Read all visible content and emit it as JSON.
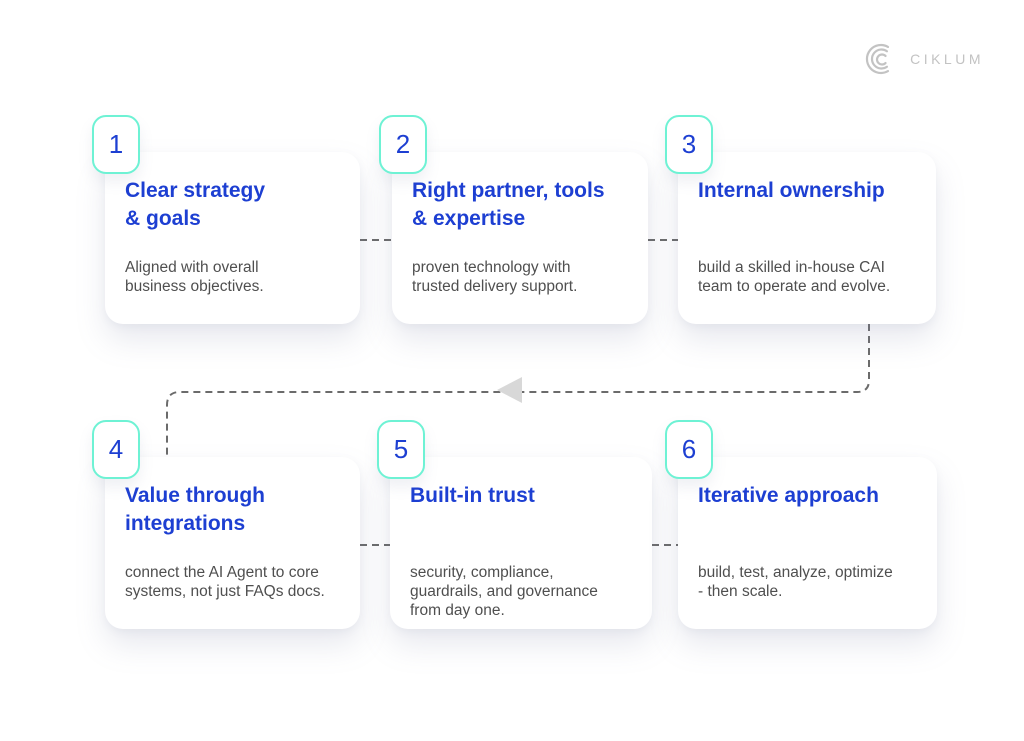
{
  "logo": {
    "text": "CIKLUM",
    "icon": "ciklum-arcs-icon"
  },
  "colors": {
    "title_blue": "#1d3fd2",
    "badge_border": "#6ef2d4",
    "body_text": "#4f4f4f",
    "dash": "#6b6b6b",
    "arrow": "#d8d8d8",
    "logo": "#c3c3c3",
    "background": "#ffffff",
    "card": "#ffffff"
  },
  "cards": [
    {
      "number": "1",
      "title": "Clear strategy\n& goals",
      "body": "Aligned with overall\nbusiness objectives."
    },
    {
      "number": "2",
      "title": "Right partner, tools\n& expertise",
      "body": "proven technology with\ntrusted delivery support."
    },
    {
      "number": "3",
      "title": "Internal ownership",
      "body": "build a skilled in-house CAI\nteam to operate and evolve."
    },
    {
      "number": "4",
      "title": "Value through\nintegrations",
      "body": "connect the AI Agent to core\nsystems, not just FAQs docs."
    },
    {
      "number": "5",
      "title": "Built-in trust",
      "body": "security, compliance,\nguardrails, and governance\nfrom day one."
    },
    {
      "number": "6",
      "title": "Iterative approach",
      "body": "build, test, analyze, optimize\n- then scale."
    }
  ]
}
